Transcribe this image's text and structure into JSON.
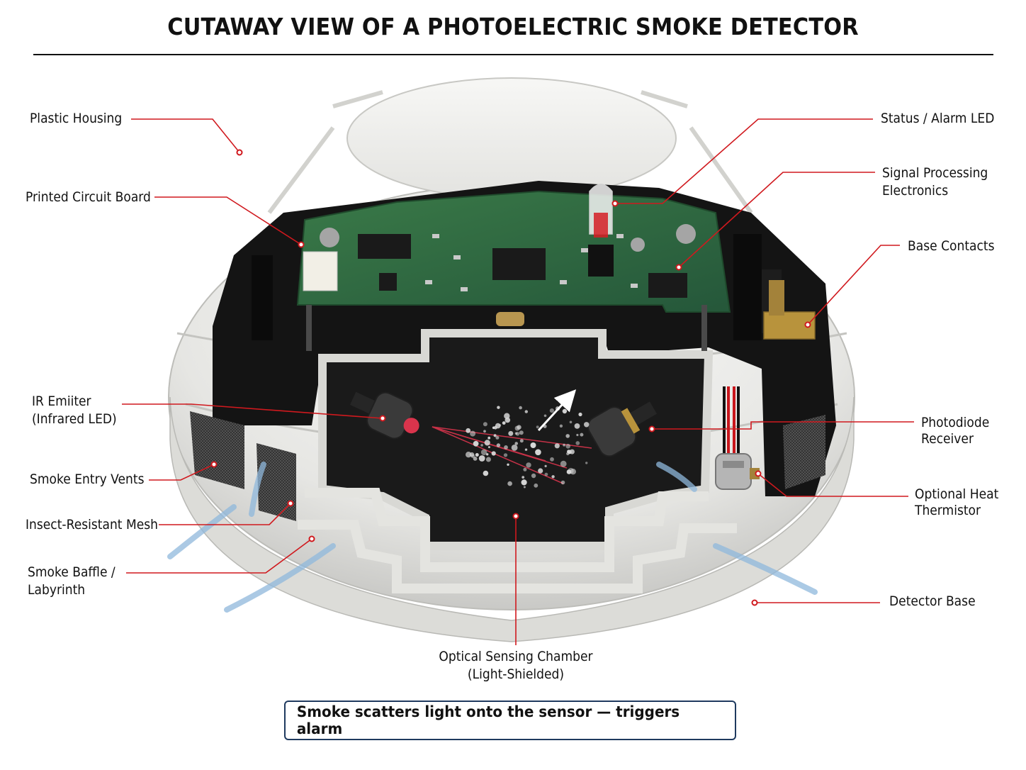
{
  "title": "CUTAWAY VIEW OF A PHOTOELECTRIC SMOKE DETECTOR",
  "caption": "Smoke scatters light onto the sensor — triggers alarm",
  "labels": {
    "plastic_housing": "Plastic Housing",
    "printed_circuit_board": "Printed Circuit Board",
    "ir_emitter_1": "IR Emiiter",
    "ir_emitter_2": "(Infrared LED)",
    "smoke_entry_vents": "Smoke Entry Vents",
    "insect_mesh": "Insect-Resistant Mesh",
    "smoke_baffle_1": "Smoke Baffle /",
    "smoke_baffle_2": "Labyrinth",
    "status_led": "Status / Alarm LED",
    "signal_processing_1": "Signal Processing",
    "signal_processing_2": "Electronics",
    "base_contacts": "Base Contacts",
    "photodiode_1": "Photodiode",
    "photodiode_2": "Receiver",
    "thermistor_1": "Optional Heat",
    "thermistor_2": "Thermistor",
    "detector_base": "Detector Base",
    "optical_chamber_1": "Optical Sensing Chamber",
    "optical_chamber_2": "(Light-Shielded)"
  },
  "colors": {
    "leader": "#d0191e",
    "housing": "#ececea",
    "interior": "#141414",
    "pcb": "#2f6b3e",
    "caption_border": "#1f3a5f",
    "airflow": "#8fb8dc"
  }
}
